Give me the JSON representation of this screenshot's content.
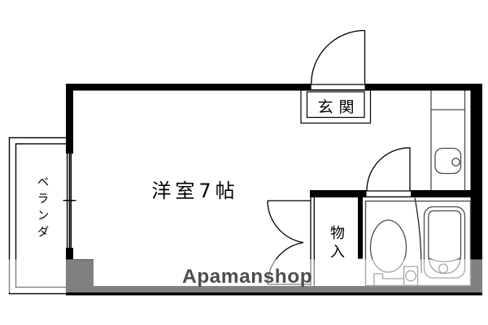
{
  "floor_plan": {
    "rooms": {
      "main_room": {
        "label": "洋室7帖"
      },
      "entrance": {
        "label": "玄関"
      },
      "storage": {
        "label": "物入"
      },
      "veranda": {
        "label": "ベランダ"
      }
    },
    "fixtures": {
      "toilet": "toilet-icon",
      "bathtub": "bathtub-icon",
      "washbasin": "washbasin-icon",
      "hand_wash_basin": "hand-wash-basin-icon",
      "balcony_window": "sliding-window-icon"
    },
    "watermark": {
      "text": "Apamanshop",
      "color": "#4d4d4d"
    },
    "colors": {
      "wall": "#000000",
      "fixture_line": "#4d4d4d",
      "background": "#ffffff"
    }
  }
}
